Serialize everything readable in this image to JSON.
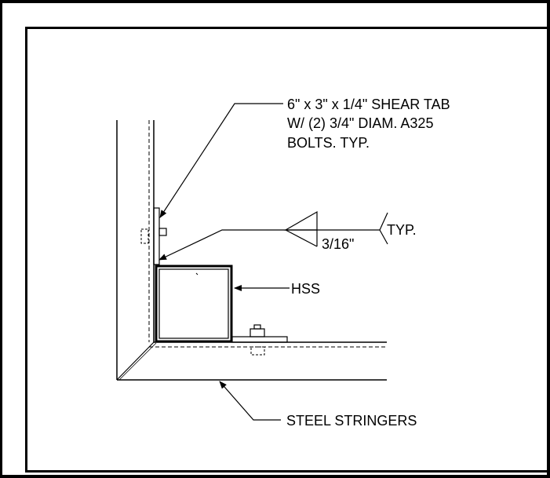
{
  "labels": {
    "shear_tab_line1": "6\" x 3\" x 1/4\" SHEAR TAB",
    "shear_tab_line2": "W/ (2) 3/4\" DIAM. A325",
    "shear_tab_line3": "BOLTS. TYP.",
    "weld_size": "3/16\"",
    "weld_typ": "TYP.",
    "hss": "HSS",
    "stringers": "STEEL STRINGERS"
  },
  "colors": {
    "ink": "#000000",
    "background": "#ffffff"
  }
}
